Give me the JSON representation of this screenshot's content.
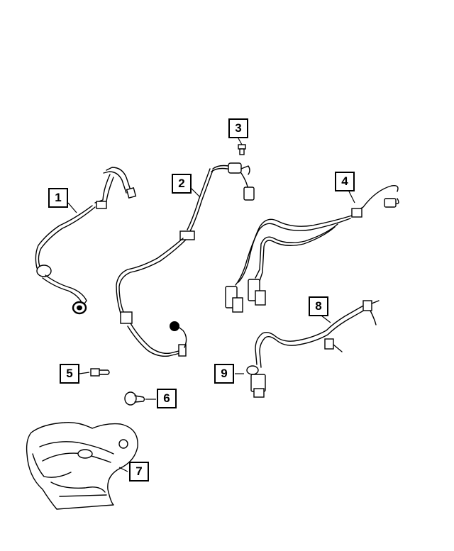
{
  "diagram": {
    "callouts": [
      {
        "label": "1"
      },
      {
        "label": "2"
      },
      {
        "label": "3"
      },
      {
        "label": "4"
      },
      {
        "label": "5"
      },
      {
        "label": "6"
      },
      {
        "label": "7"
      },
      {
        "label": "8"
      },
      {
        "label": "9"
      }
    ]
  }
}
